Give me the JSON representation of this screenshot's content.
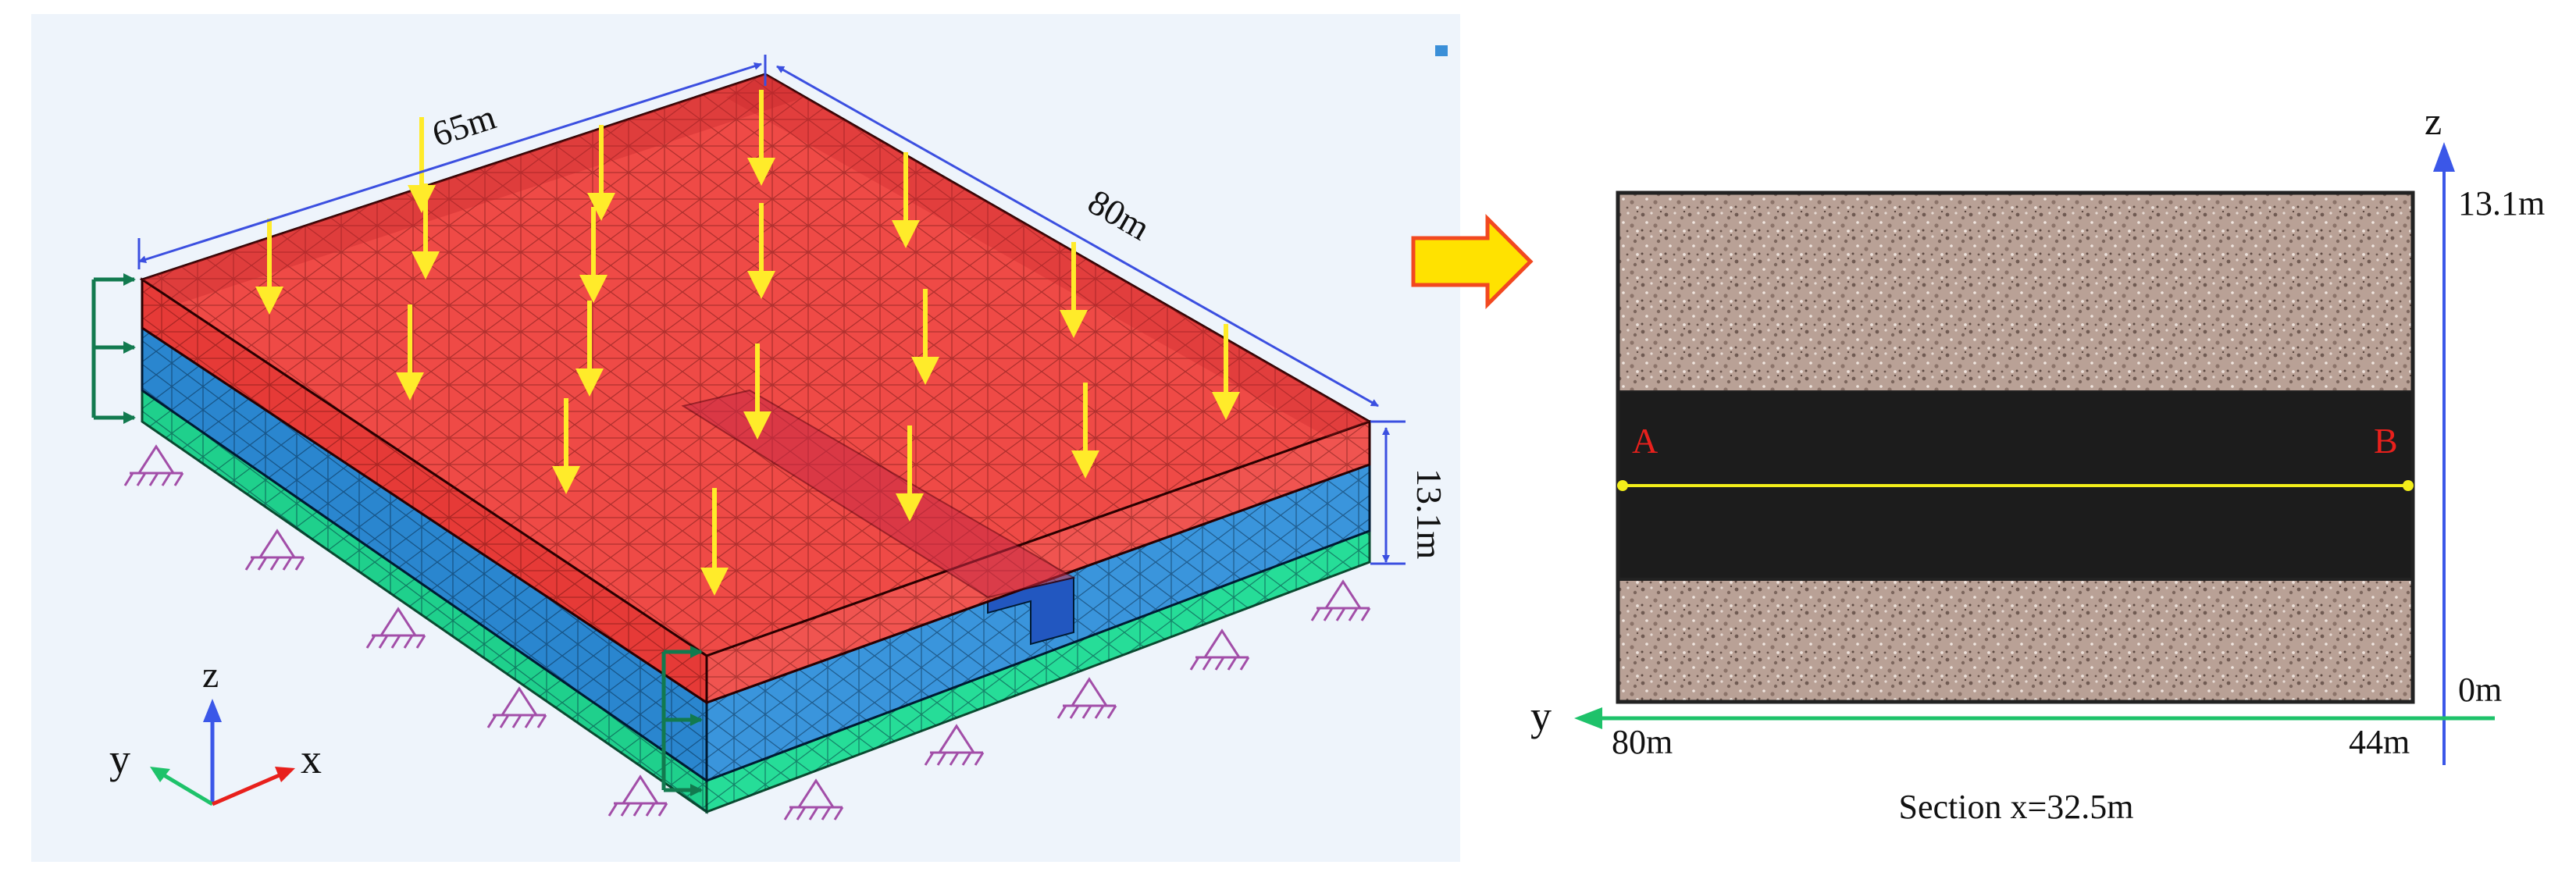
{
  "model3d": {
    "dim_length": "65m",
    "dim_width": "80m",
    "dim_height": "13.1m",
    "axes": {
      "x": "x",
      "y": "y",
      "z": "z"
    }
  },
  "section": {
    "point_a": "A",
    "point_b": "B",
    "z_axis": "z",
    "y_axis": "y",
    "z_top": "13.1m",
    "z_bottom": "0m",
    "y_left": "80m",
    "y_right": "44m",
    "caption": "Section x=32.5m"
  },
  "colors": {
    "soil_top": "#e8403f",
    "soil_mid": "#2a86cf",
    "soil_bottom": "#1fd08c",
    "load_arrow": "#ffeb2a",
    "fixed_support": "#a24ea8",
    "dimension": "#3b4fe0",
    "tunnel": "#1c1c1c",
    "label_red": "#e8201c",
    "y_axis": "#1ec26a",
    "z_axis": "#3b57e8"
  }
}
